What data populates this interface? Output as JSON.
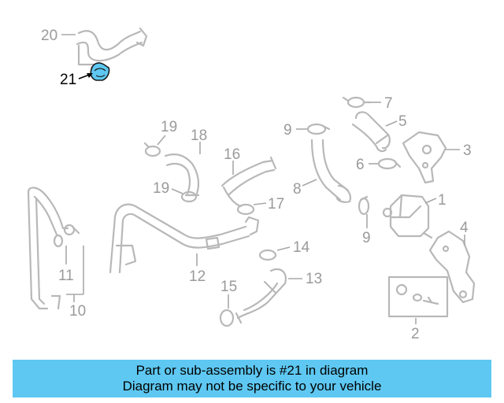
{
  "callouts": {
    "c1": "1",
    "c2": "2",
    "c3": "3",
    "c4": "4",
    "c5": "5",
    "c6": "6",
    "c7": "7",
    "c8": "8",
    "c9a": "9",
    "c9b": "9",
    "c10": "10",
    "c11": "11",
    "c12": "12",
    "c13": "13",
    "c14": "14",
    "c15": "15",
    "c16": "16",
    "c17": "17",
    "c18": "18",
    "c19a": "19",
    "c19b": "19",
    "c20": "20",
    "c21": "21"
  },
  "banner": {
    "line1": "Part or sub-assembly is #21 in diagram",
    "line2": "Diagram may not be specific to your vehicle"
  },
  "colors": {
    "banner_bg": "#5ec8f2",
    "highlight_part": "#5ec8f2",
    "line_art": "#b8b8b8"
  }
}
